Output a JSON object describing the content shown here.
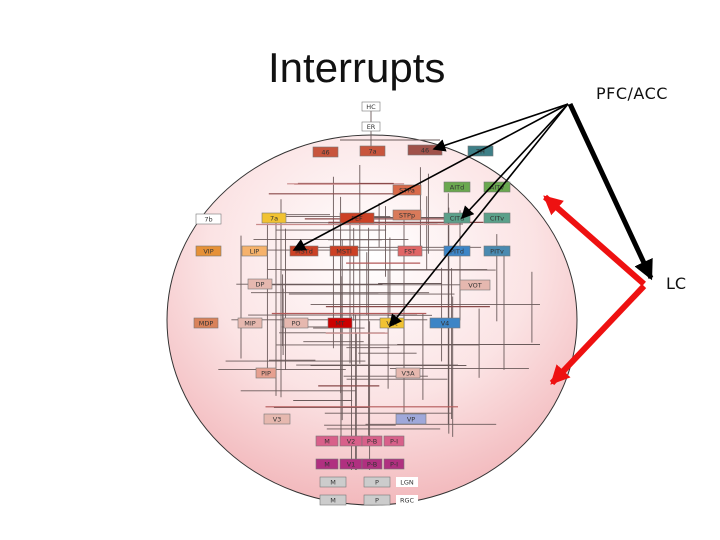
{
  "slide": {
    "title": "Interrupts",
    "pfc_label": "PFC/ACC",
    "lc_label": "LC"
  },
  "colors": {
    "background_gradient_inner": "#ffffff",
    "background_gradient_outer": "#f3b8bc",
    "black_arrow": "#000000",
    "red_arrow": "#ee1111"
  },
  "areas": [
    {
      "name": "HC",
      "color": "#ffffff"
    },
    {
      "name": "ER",
      "color": "#ffffff"
    },
    {
      "name": "46",
      "color": "#c8553d"
    },
    {
      "name": "7a",
      "color": "#c8553d"
    },
    {
      "name": "46",
      "color": "#a0524a"
    },
    {
      "name": "TH",
      "color": "#3e7f87"
    },
    {
      "name": "STPa",
      "color": "#d96a4a"
    },
    {
      "name": "AITd",
      "color": "#6aa84f"
    },
    {
      "name": "AITv",
      "color": "#6aa84f"
    },
    {
      "name": "7b",
      "color": "#ffffff"
    },
    {
      "name": "7a",
      "color": "#f1c232"
    },
    {
      "name": "FEF",
      "color": "#cc4125"
    },
    {
      "name": "STPp",
      "color": "#d97a5a"
    },
    {
      "name": "CITd",
      "color": "#5ba08a"
    },
    {
      "name": "CITv",
      "color": "#5ba08a"
    },
    {
      "name": "VIP",
      "color": "#e69138"
    },
    {
      "name": "LIP",
      "color": "#f6b26b"
    },
    {
      "name": "MSTd",
      "color": "#cc4125"
    },
    {
      "name": "MSTl",
      "color": "#cc4125"
    },
    {
      "name": "FST",
      "color": "#e06666"
    },
    {
      "name": "PITd",
      "color": "#3d85c6"
    },
    {
      "name": "PITv",
      "color": "#4a8ab0"
    },
    {
      "name": "DP",
      "color": "#e6b8af"
    },
    {
      "name": "VOT",
      "color": "#e6b8af"
    },
    {
      "name": "MDP",
      "color": "#d9825a"
    },
    {
      "name": "MIP",
      "color": "#e6b8af"
    },
    {
      "name": "PO",
      "color": "#e6b8af"
    },
    {
      "name": "MT",
      "color": "#cc0000"
    },
    {
      "name": "V4t",
      "color": "#f1c232"
    },
    {
      "name": "V4",
      "color": "#3d85c6"
    },
    {
      "name": "PIP",
      "color": "#e6a090"
    },
    {
      "name": "V3A",
      "color": "#e6b8af"
    },
    {
      "name": "V3",
      "color": "#e6b8af"
    },
    {
      "name": "VP",
      "color": "#9fa8da"
    },
    {
      "name": "M",
      "color": "#d8608a"
    },
    {
      "name": "V2",
      "color": "#d8608a"
    },
    {
      "name": "P-B",
      "color": "#d8608a"
    },
    {
      "name": "P-I",
      "color": "#d8608a"
    },
    {
      "name": "M",
      "color": "#b03080"
    },
    {
      "name": "V1",
      "color": "#b03080"
    },
    {
      "name": "P-B",
      "color": "#b03080"
    },
    {
      "name": "P-I",
      "color": "#b03080"
    },
    {
      "name": "M",
      "color": "#cccccc"
    },
    {
      "name": "P",
      "color": "#cccccc"
    },
    {
      "name": "LGN",
      "color": "#ffffff"
    },
    {
      "name": "M",
      "color": "#cccccc"
    },
    {
      "name": "P",
      "color": "#cccccc"
    },
    {
      "name": "RGC",
      "color": "#ffffff"
    }
  ]
}
